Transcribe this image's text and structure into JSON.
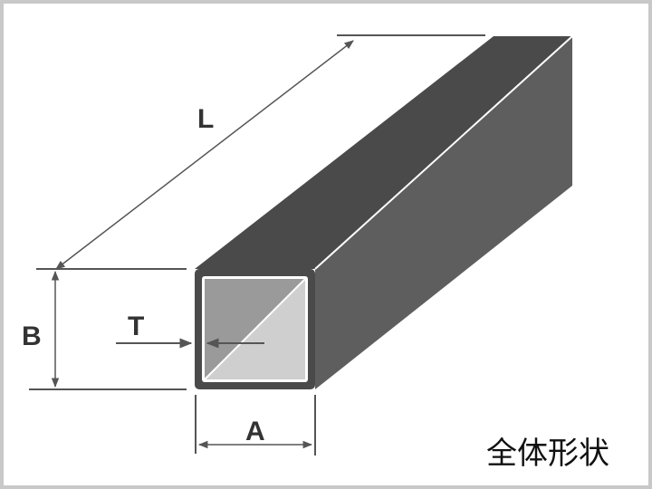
{
  "diagram": {
    "title": "全体形状",
    "subject": "square-hollow-section",
    "labels": {
      "length": "L",
      "height": "B",
      "width": "A",
      "thickness": "T"
    },
    "colors": {
      "frame_border": "#c8c8c8",
      "background": "#ffffff",
      "top_face": "#4a4a4a",
      "side_face": "#5e5e5e",
      "front_rim": "#4a4a4a",
      "inner_dark": "#9a9a9a",
      "inner_light": "#cfcfcf",
      "dimension_line": "#555555",
      "label_text": "#333333"
    }
  }
}
